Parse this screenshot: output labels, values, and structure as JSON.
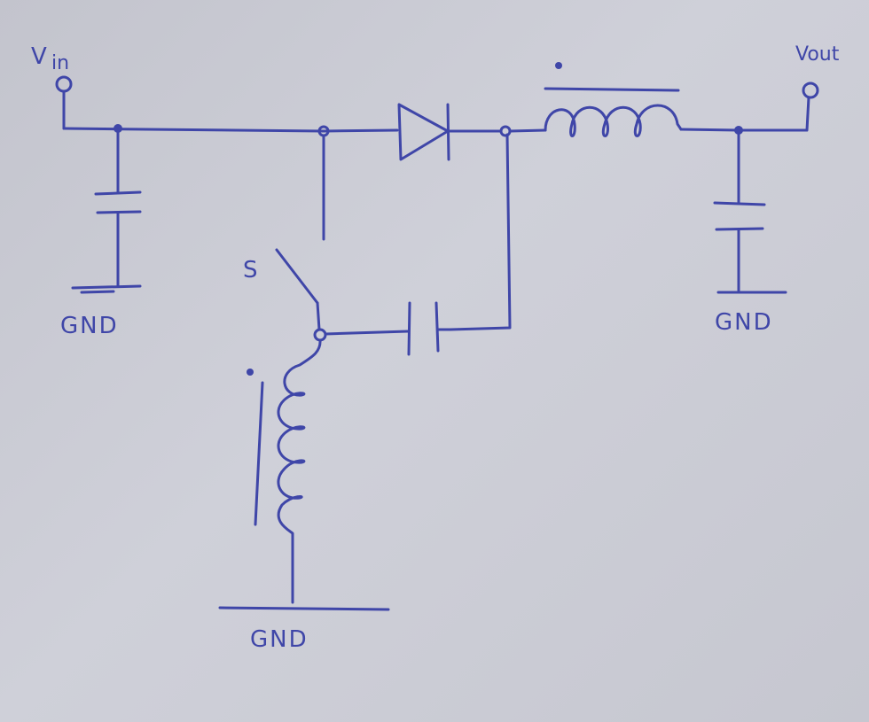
{
  "labels": {
    "vin_main": "V",
    "vin_sub": "in",
    "vout": "Vout",
    "switch": "S",
    "gnd_left": "GND",
    "gnd_bottom": "GND",
    "gnd_right": "GND"
  },
  "colors": {
    "ink": "#3f46a8",
    "paper": "#c9cad3"
  }
}
